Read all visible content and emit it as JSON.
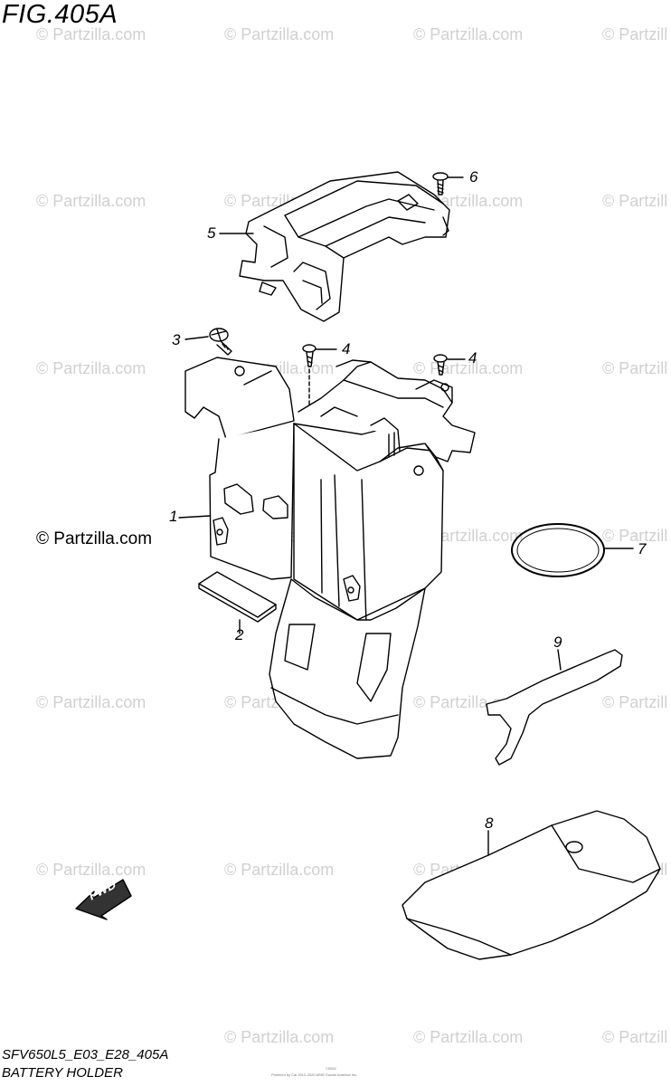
{
  "figure": {
    "title": "FIG.405A",
    "model_code": "SFV650L5_E03_E28_405A",
    "section_title": "BATTERY HOLDER",
    "fwd_label": "FWD"
  },
  "watermark": {
    "text": "© Partzilla.com",
    "short_text": "© Partzill",
    "color": "#d0d0d0"
  },
  "callouts": [
    "1",
    "2",
    "3",
    "4",
    "4",
    "5",
    "6",
    "7",
    "8",
    "9"
  ],
  "fine_print": "Powered by Cai 2012-2020 ARIR Suzuki America Inc.",
  "fine_code": "C0052"
}
